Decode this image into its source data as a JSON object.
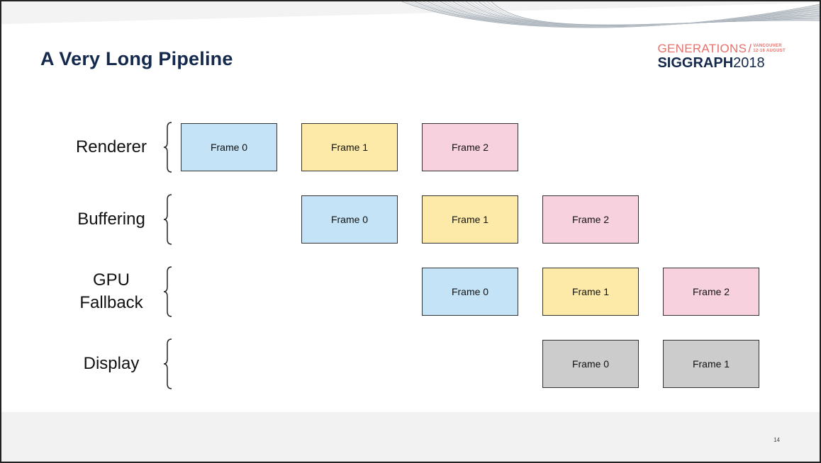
{
  "slide": {
    "title": "A Very Long Pipeline",
    "page_number": "14"
  },
  "logo": {
    "generations": "GENERATIONS",
    "slash": "/",
    "city": "VANCOUVER",
    "dates": "12-16 AUGUST",
    "brand": "SIGGRAPH",
    "year": "2018"
  },
  "colors": {
    "frame0": "#c5e3f6",
    "frame1": "#fdeaa8",
    "frame2": "#f7d2de",
    "display": "#cccccc",
    "title": "#14294b",
    "accent": "#e8706a"
  },
  "rows": [
    {
      "label": "Renderer",
      "frames": [
        {
          "label": "Frame 0",
          "slot": 0,
          "color": "frame0"
        },
        {
          "label": "Frame 1",
          "slot": 1,
          "color": "frame1"
        },
        {
          "label": "Frame 2",
          "slot": 2,
          "color": "frame2"
        }
      ]
    },
    {
      "label": "Buffering",
      "frames": [
        {
          "label": "Frame 0",
          "slot": 1,
          "color": "frame0"
        },
        {
          "label": "Frame 1",
          "slot": 2,
          "color": "frame1"
        },
        {
          "label": "Frame 2",
          "slot": 3,
          "color": "frame2"
        }
      ]
    },
    {
      "label": "GPU\nFallback",
      "frames": [
        {
          "label": "Frame 0",
          "slot": 2,
          "color": "frame0"
        },
        {
          "label": "Frame 1",
          "slot": 3,
          "color": "frame1"
        },
        {
          "label": "Frame 2",
          "slot": 4,
          "color": "frame2"
        }
      ]
    },
    {
      "label": "Display",
      "frames": [
        {
          "label": "Frame 0",
          "slot": 3,
          "color": "display"
        },
        {
          "label": "Frame 1",
          "slot": 4,
          "color": "display"
        }
      ]
    }
  ]
}
